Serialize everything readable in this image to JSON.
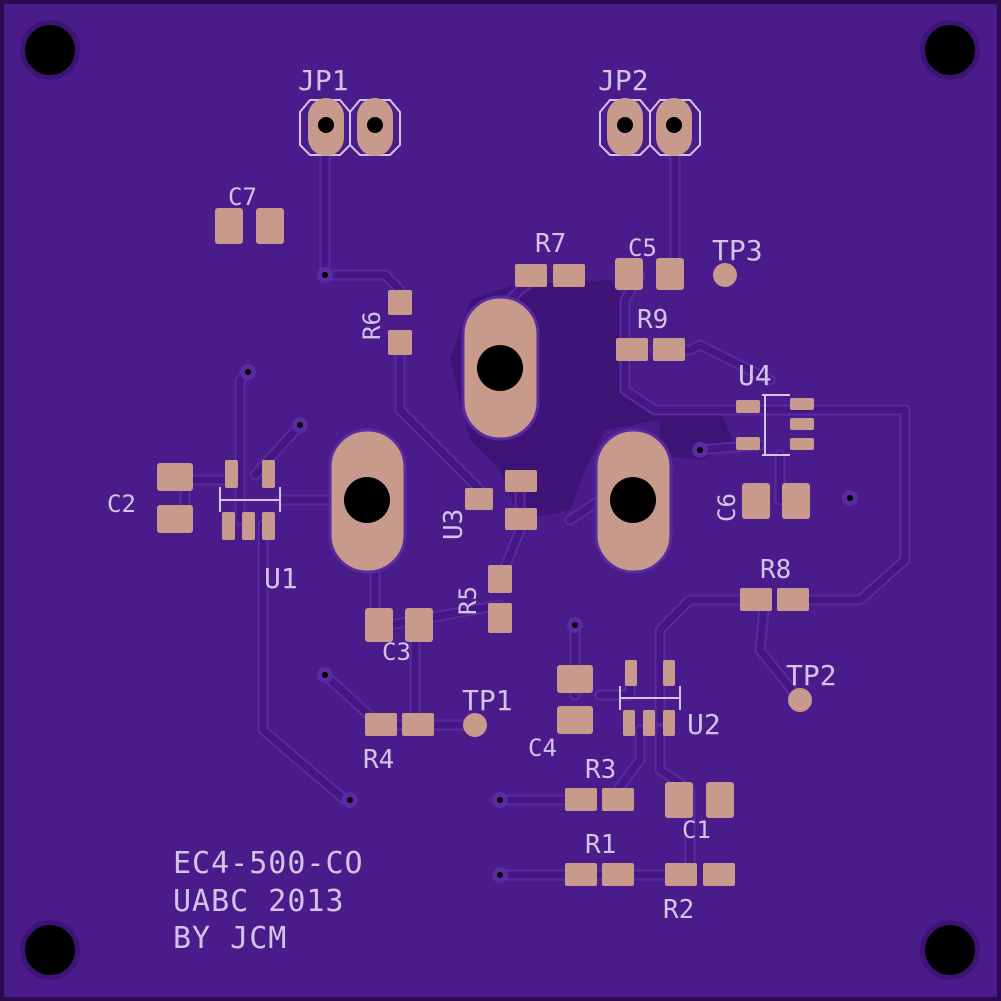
{
  "colors": {
    "board": "#4a1b8a",
    "plane": "#3d1475",
    "trace": "#441784",
    "trace_outline": "#5a2ba0",
    "pad": "#c79a8c",
    "silkscreen": "#d2c4e6",
    "hole": "#000000"
  },
  "board_text": {
    "line1": "EC4-500-CO",
    "line2": "UABC 2013",
    "line3": "BY JCM"
  },
  "designators": {
    "jp1": "JP1",
    "jp2": "JP2",
    "c1": "C1",
    "c2": "C2",
    "c3": "C3",
    "c4": "C4",
    "c5": "C5",
    "c6": "C6",
    "c7": "C7",
    "r1": "R1",
    "r2": "R2",
    "r3": "R3",
    "r4": "R4",
    "r5": "R5",
    "r6": "R6",
    "r7": "R7",
    "r8": "R8",
    "r9": "R9",
    "u1": "U1",
    "u2": "U2",
    "u3": "U3",
    "u4": "U4",
    "tp1": "TP1",
    "tp2": "TP2",
    "tp3": "TP3"
  }
}
